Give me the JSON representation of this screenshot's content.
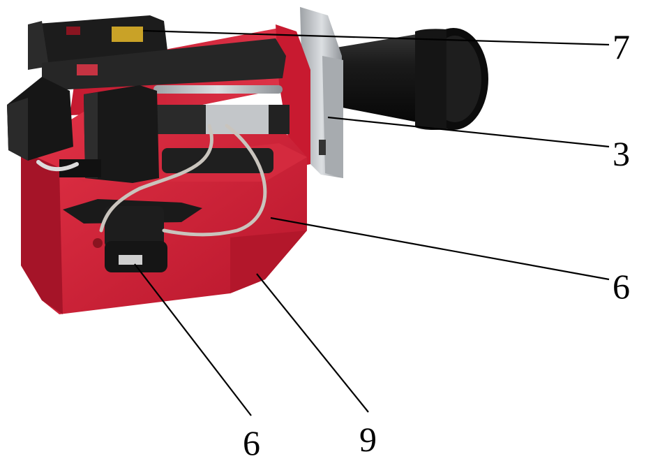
{
  "callouts": [
    {
      "id": "c7",
      "label": "7"
    },
    {
      "id": "c3",
      "label": "3"
    },
    {
      "id": "c6a",
      "label": "6"
    },
    {
      "id": "c6b",
      "label": "6"
    },
    {
      "id": "c9",
      "label": "9"
    }
  ],
  "colors": {
    "housing_red": "#d01c34",
    "housing_red_dark": "#9c1226",
    "housing_red_light": "#e8485a",
    "black_part": "#1a1a1a",
    "tube_black": "#111111",
    "metal": "#b9bcbf",
    "hose": "#c9c4bd"
  }
}
